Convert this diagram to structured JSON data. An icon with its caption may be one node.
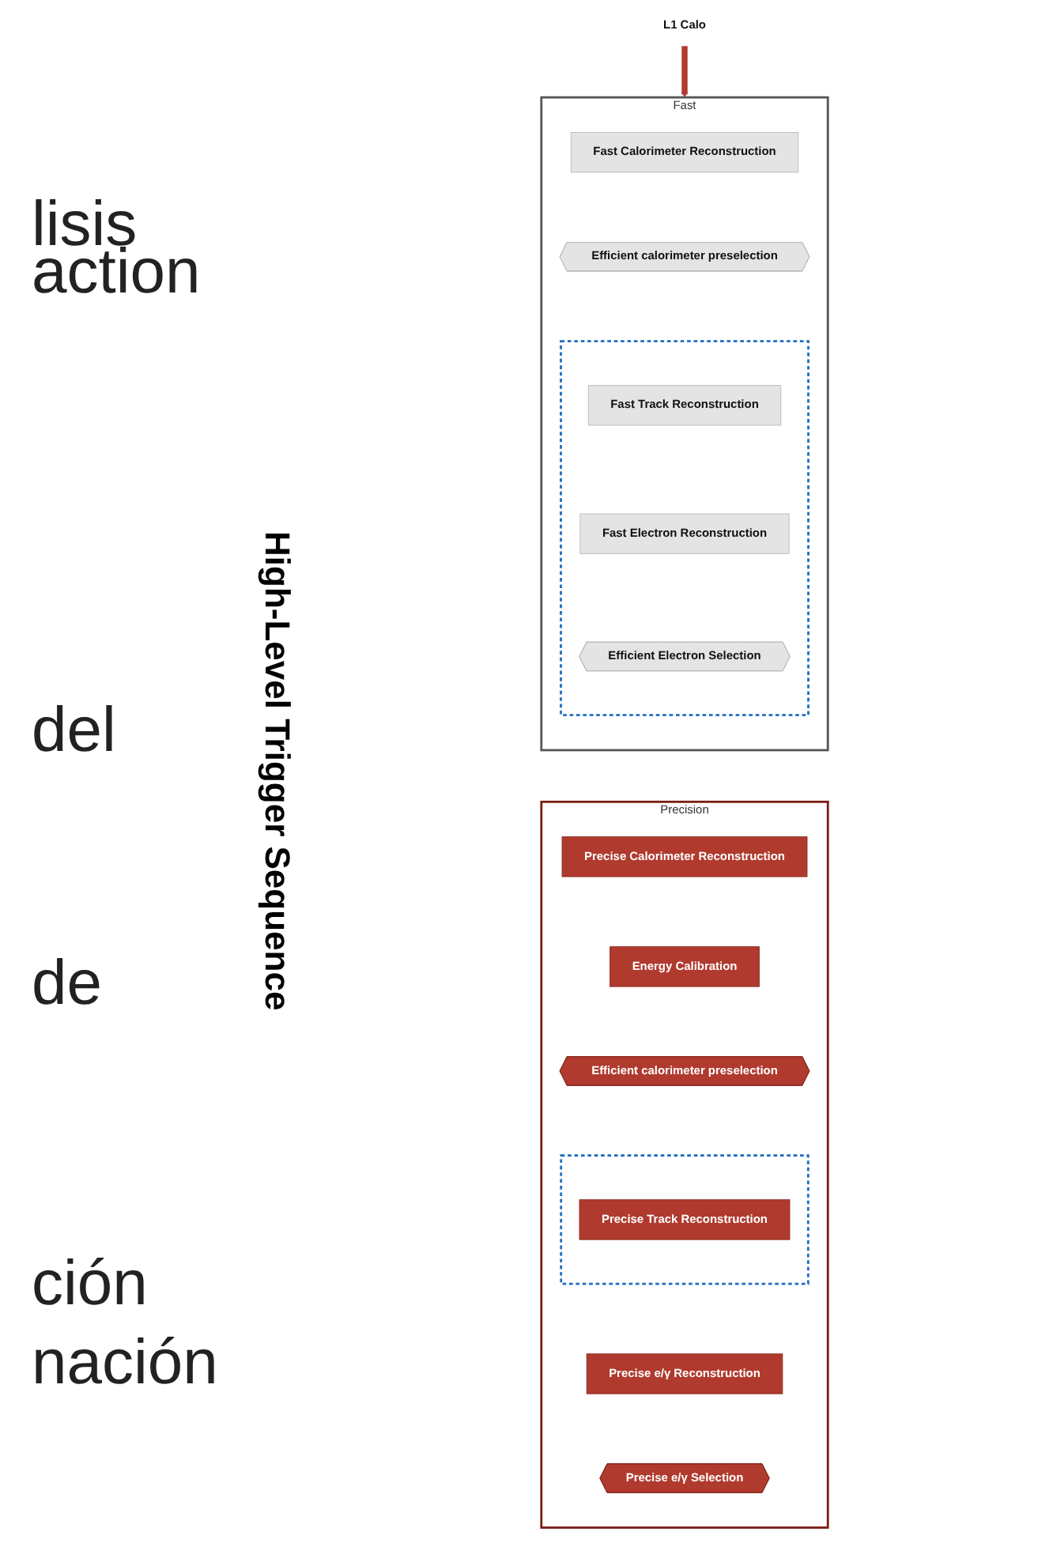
{
  "diagram": {
    "nodes": [
      {
        "text": [
          "L1 Calo"
        ]
      },
      {
        "text": [
          "Fast"
        ]
      },
      {
        "text": [
          "Fast Calorimeter Reconstruction"
        ],
        "in": 1
      },
      {
        "text": [
          "Efficient calorimeter preselection"
        ],
        "in": 1
      },
      {
        "text": [],
        "shape": "box",
        "in": 1
      },
      {
        "text": [
          "Fast Track Reconstruction"
        ],
        "in": 4
      },
      {
        "text": [
          "Fast Electron Reconstruction"
        ],
        "in": 4
      },
      {
        "text": [
          "Efficient Electron Selection"
        ],
        "in": 4
      },
      {
        "text": [
          "Precision"
        ]
      },
      {
        "text": [
          "Precise Calorimeter Reconstruction"
        ],
        "in": 8
      },
      {
        "text": [
          "Energy Calibration"
        ],
        "in": 8
      },
      {
        "text": [
          "Efficient calorimeter preselection"
        ],
        "in": 8
      },
      {
        "text": [],
        "shape": "box",
        "in": 8
      },
      {
        "text": [
          "Precise Track Reconstruction"
        ],
        "in": 12
      },
      {
        "text": [
          "Precise e/γ Reconstruction"
        ],
        "in": 8
      },
      {
        "text": [
          "Precise e/γ Selection"
        ],
        "in": 8
      }
    ],
    "edges": [
      {
        "from": 0,
        "to": 1,
        "arrow": "to"
      }
    ],
    "labels": [
      "lisis",
      "action",
      "del",
      "de",
      "ción",
      "nación",
      "High-Level Trigger Sequence"
    ]
  }
}
